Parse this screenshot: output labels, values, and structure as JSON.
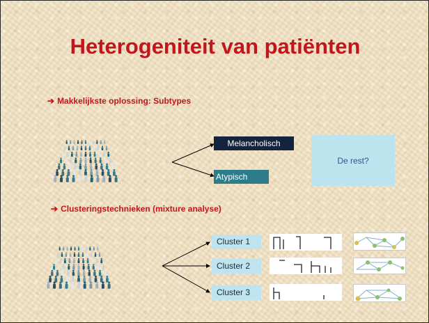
{
  "slide": {
    "title": "Heterogeniteit van patiënten",
    "bullet1": {
      "arrow": "➔",
      "text": "Makkelijkste oplossing: Subtypes"
    },
    "bullet2": {
      "arrow": "➔",
      "text": "Clusteringstechnieken (mixture analyse)"
    },
    "subtypes": {
      "melancholisch": "Melancholisch",
      "atypisch": "Atypisch",
      "rest": "De rest?"
    },
    "clusters": [
      "Cluster 1",
      "Cluster 2",
      "Cluster 3"
    ],
    "colors": {
      "title": "#c0161c",
      "dark_box": "#14233e",
      "teal_box": "#2d7c8c",
      "light_box": "#bde3ee",
      "background": "#efe0c2"
    }
  }
}
